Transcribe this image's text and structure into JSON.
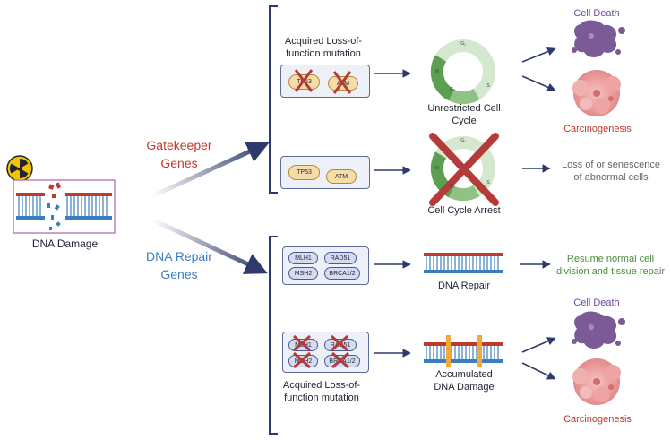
{
  "left": {
    "damage_label": "DNA Damage"
  },
  "branches": {
    "gatekeeper": "Gatekeeper\nGenes",
    "repair": "DNA Repair\nGenes"
  },
  "top_mutation": {
    "label": "Acquired Loss-of-\nfunction mutation",
    "genes": [
      "TP53",
      "ATM"
    ]
  },
  "top_normal": {
    "genes": [
      "TP53",
      "ATM"
    ]
  },
  "repair_normal": {
    "genes": [
      "MLH1",
      "RAD51",
      "MSH2",
      "BRCA1/2"
    ]
  },
  "repair_mutation": {
    "label": "Acquired Loss-of-\nfunction mutation",
    "genes": [
      "MLH1",
      "RAD51",
      "MSH2",
      "BRCA1/2"
    ]
  },
  "cycle": {
    "phase_g1": "G₁",
    "phase_s": "S",
    "phase_g2": "G₂",
    "phase_m": "M"
  },
  "middle": {
    "unrestricted": "Unrestricted Cell\nCycle",
    "arrest": "Cell Cycle Arrest",
    "dna_repair": "DNA Repair",
    "accumulated": "Accumulated\nDNA Damage"
  },
  "outcomes": {
    "cell_death_top": "Cell Death",
    "carcinogenesis_top": "Carcinogenesis",
    "senescence": "Loss of or senescence\nof abnormal cells",
    "resume": "Resume normal cell\ndivision and tissue repair",
    "cell_death_bottom": "Cell Death",
    "carcinogenesis_bottom": "Carcinogenesis"
  },
  "colors": {
    "navy": "#2e3a6b",
    "gatekeeper": "#c0392b",
    "repair": "#3a7ebf",
    "death": "#6b4c9a",
    "carcinogenesis": "#c0392b",
    "resume": "#4a8c3a",
    "grey_text": "#666666"
  }
}
